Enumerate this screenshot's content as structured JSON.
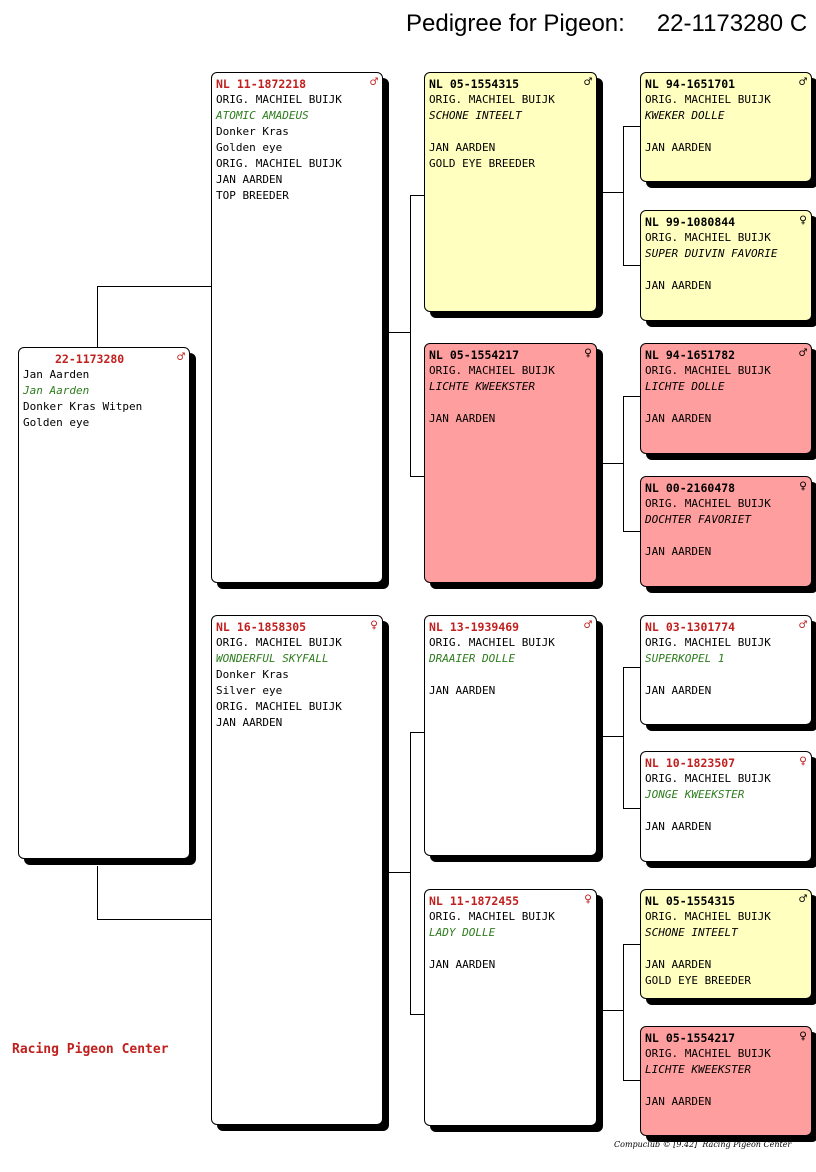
{
  "title": {
    "label": "Pedigree for Pigeon:",
    "ring": "22-1173280 C"
  },
  "subject": {
    "ring": "22-1173280",
    "gender": "♂",
    "lines": [
      "Jan Aarden",
      "Jan Aarden",
      "Donker Kras Witpen",
      "Golden eye"
    ]
  },
  "sire": {
    "country": "NL",
    "ring": "11-1872218",
    "gender": "♂",
    "lines": [
      "ORIG. MACHIEL BUIJK",
      "ATOMIC AMADEUS",
      "Donker Kras",
      "Golden eye",
      "ORIG. MACHIEL BUIJK",
      "JAN AARDEN",
      "TOP BREEDER"
    ]
  },
  "dam": {
    "country": "NL",
    "ring": "16-1858305",
    "gender": "♀",
    "lines": [
      "ORIG. MACHIEL BUIJK",
      "WONDERFUL SKYFALL",
      "Donker Kras",
      "Silver eye",
      "ORIG. MACHIEL BUIJK",
      "JAN AARDEN"
    ]
  },
  "gp": [
    {
      "country": "NL",
      "ring": "05-1554315",
      "gender": "♂",
      "lines": [
        "ORIG. MACHIEL BUIJK",
        "SCHONE INTEELT",
        "",
        "JAN AARDEN",
        "GOLD EYE BREEDER"
      ]
    },
    {
      "country": "NL",
      "ring": "05-1554217",
      "gender": "♀",
      "lines": [
        "ORIG. MACHIEL BUIJK",
        "LICHTE KWEEKSTER",
        "",
        "JAN AARDEN"
      ]
    },
    {
      "country": "NL",
      "ring": "13-1939469",
      "gender": "♂",
      "lines": [
        "ORIG. MACHIEL BUIJK",
        "DRAAIER DOLLE",
        "",
        "JAN AARDEN"
      ]
    },
    {
      "country": "NL",
      "ring": "11-1872455",
      "gender": "♀",
      "lines": [
        "ORIG. MACHIEL BUIJK",
        "LADY DOLLE",
        "",
        "JAN AARDEN"
      ]
    }
  ],
  "ggp": [
    {
      "country": "NL",
      "ring": "94-1651701",
      "gender": "♂",
      "lines": [
        "ORIG. MACHIEL BUIJK",
        "KWEKER DOLLE",
        "",
        "JAN AARDEN"
      ]
    },
    {
      "country": "NL",
      "ring": "99-1080844",
      "gender": "♀",
      "lines": [
        "ORIG. MACHIEL BUIJK",
        "SUPER DUIVIN FAVORIE",
        "",
        "JAN AARDEN"
      ]
    },
    {
      "country": "NL",
      "ring": "94-1651782",
      "gender": "♂",
      "lines": [
        "ORIG. MACHIEL BUIJK",
        "LICHTE DOLLE",
        "",
        "JAN AARDEN"
      ]
    },
    {
      "country": "NL",
      "ring": "00-2160478",
      "gender": "♀",
      "lines": [
        "ORIG. MACHIEL BUIJK",
        "DOCHTER FAVORIET",
        "",
        "JAN AARDEN"
      ]
    },
    {
      "country": "NL",
      "ring": "03-1301774",
      "gender": "♂",
      "lines": [
        "ORIG. MACHIEL BUIJK",
        "SUPERKOPEL 1",
        "",
        "JAN AARDEN"
      ]
    },
    {
      "country": "NL",
      "ring": "10-1823507",
      "gender": "♀",
      "lines": [
        "ORIG. MACHIEL BUIJK",
        "JONGE KWEEKSTER",
        "",
        "JAN AARDEN"
      ]
    },
    {
      "country": "NL",
      "ring": "05-1554315",
      "gender": "♂",
      "lines": [
        "ORIG. MACHIEL BUIJK",
        "SCHONE INTEELT",
        "",
        "JAN AARDEN",
        "GOLD EYE BREEDER"
      ]
    },
    {
      "country": "NL",
      "ring": "05-1554217",
      "gender": "♀",
      "lines": [
        "ORIG. MACHIEL BUIJK",
        "LICHTE KWEEKSTER",
        "",
        "JAN AARDEN"
      ]
    }
  ],
  "brand": "Racing Pigeon Center",
  "footer": "Compuclub © [9.42]  Racing Pigeon Center"
}
